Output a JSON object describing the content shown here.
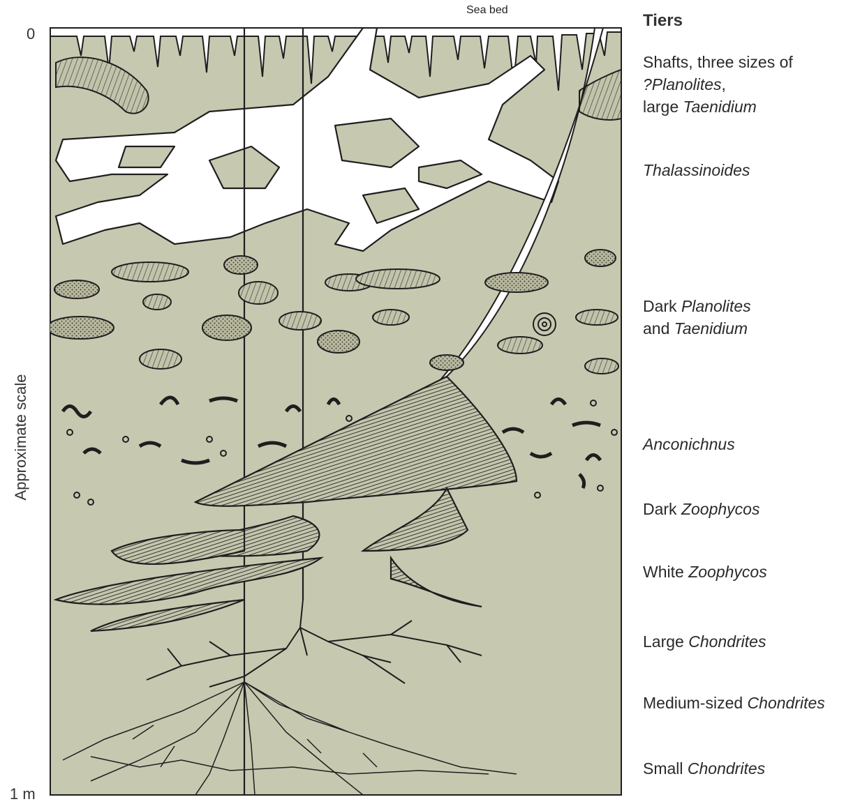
{
  "labels": {
    "seabed": "Sea bed",
    "tiers_heading": "Tiers",
    "scale_title": "Approximate scale",
    "scale_top": "0",
    "scale_bottom": "1 m"
  },
  "tiers": [
    {
      "lines": [
        [
          {
            "t": "Shafts, three sizes of",
            "i": false
          }
        ],
        [
          {
            "t": "?Planolites",
            "i": true
          },
          {
            "t": ",",
            "i": false
          }
        ],
        [
          {
            "t": "large ",
            "i": false
          },
          {
            "t": "Taenidium",
            "i": true
          }
        ]
      ]
    },
    {
      "lines": [
        [
          {
            "t": "Thalassinoides",
            "i": true
          }
        ]
      ]
    },
    {
      "lines": [
        [
          {
            "t": "Dark ",
            "i": false
          },
          {
            "t": "Planolites",
            "i": true
          }
        ],
        [
          {
            "t": "and ",
            "i": false
          },
          {
            "t": "Taenidium",
            "i": true
          }
        ]
      ]
    },
    {
      "lines": [
        [
          {
            "t": "Anconichnus",
            "i": true
          }
        ]
      ]
    },
    {
      "lines": [
        [
          {
            "t": "Dark ",
            "i": false
          },
          {
            "t": "Zoophycos",
            "i": true
          }
        ]
      ]
    },
    {
      "lines": [
        [
          {
            "t": "White ",
            "i": false
          },
          {
            "t": "Zoophycos",
            "i": true
          }
        ]
      ]
    },
    {
      "lines": [
        [
          {
            "t": "Large ",
            "i": false
          },
          {
            "t": "Chondrites",
            "i": true
          }
        ]
      ]
    },
    {
      "lines": [
        [
          {
            "t": "Medium-sized ",
            "i": false
          },
          {
            "t": "Chondrites",
            "i": true
          }
        ]
      ]
    },
    {
      "lines": [
        [
          {
            "t": "Small ",
            "i": false
          },
          {
            "t": "Chondrites",
            "i": true
          }
        ]
      ]
    }
  ],
  "colors": {
    "sediment": "#c7c8b0",
    "burrow_fill": "#ffffff",
    "outline": "#1e1e1e",
    "dark_burrow": "#8f9078"
  }
}
